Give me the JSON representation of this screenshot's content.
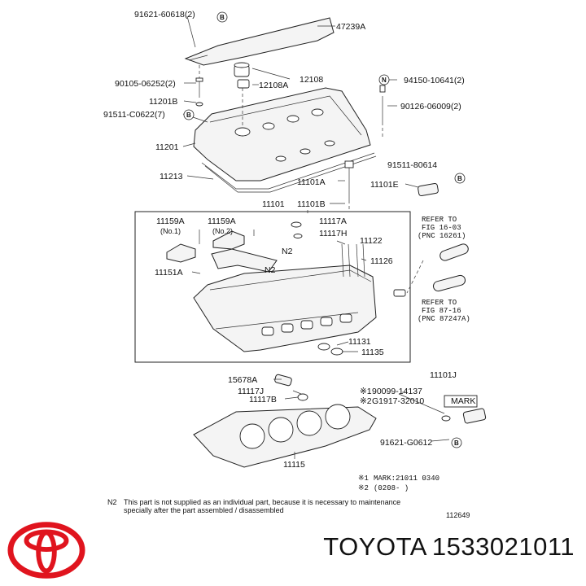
{
  "callouts": {
    "c1": "91621-60618(2)",
    "c2": "47239A",
    "c3": "90105-06252(2)",
    "c4": "12108A",
    "c5": "12108",
    "c6": "94150-10641(2)",
    "c7": "11201B",
    "c8": "90126-06009(2)",
    "c9": "91511-C0622(7)",
    "c10": "11201",
    "c11": "91511-80614",
    "c12": "11213",
    "c13": "11101A",
    "c14": "11101E",
    "c15": "11101",
    "c16": "11101B",
    "c17": "11159A",
    "c18": "11159A",
    "c19": "(No.1)",
    "c20": "(No.2)",
    "c21": "11117A",
    "c22": "11117H",
    "c23": "N2",
    "c24": "11122",
    "c25": "11126",
    "c26": "11151A",
    "c27": "N2",
    "c28": "11131",
    "c29": "11135",
    "c30": "15678A",
    "c31": "11117J",
    "c32": "11117B",
    "c33": "11101J",
    "c34": "90099-14137",
    "c35": "G1917-32010",
    "c36": "91621-G0612",
    "c37": "11115",
    "c38": "MARK",
    "mark1": "※1",
    "mark2": "※2",
    "circ_b": "B",
    "circ_n": "N"
  },
  "refer1": {
    "line1": "REFER TO",
    "line2": "FIG 16-03",
    "line3": "(PNC 16261)"
  },
  "refer2": {
    "line1": "REFER TO",
    "line2": "FIG 87-16",
    "line3": "(PNC 87247A)"
  },
  "notes": {
    "mark_line1_sym": "※1",
    "mark_line1": "MARK:21011  0340",
    "mark_line2_sym": "※2",
    "mark_line2": "(0208-         )",
    "n2_tag": "N2",
    "n2_line1": "This part is not supplied as an individual part, because it is necessary to maintenance",
    "n2_line2": "specially after the part assembled / disassembled",
    "fig_no": "112649"
  },
  "brand": {
    "name": "TOYOTA",
    "part_number": "1533021011"
  },
  "colors": {
    "logo": "#e0141e",
    "ink": "#111111"
  },
  "icons": {
    "logo": "toyota-logo-icon"
  }
}
